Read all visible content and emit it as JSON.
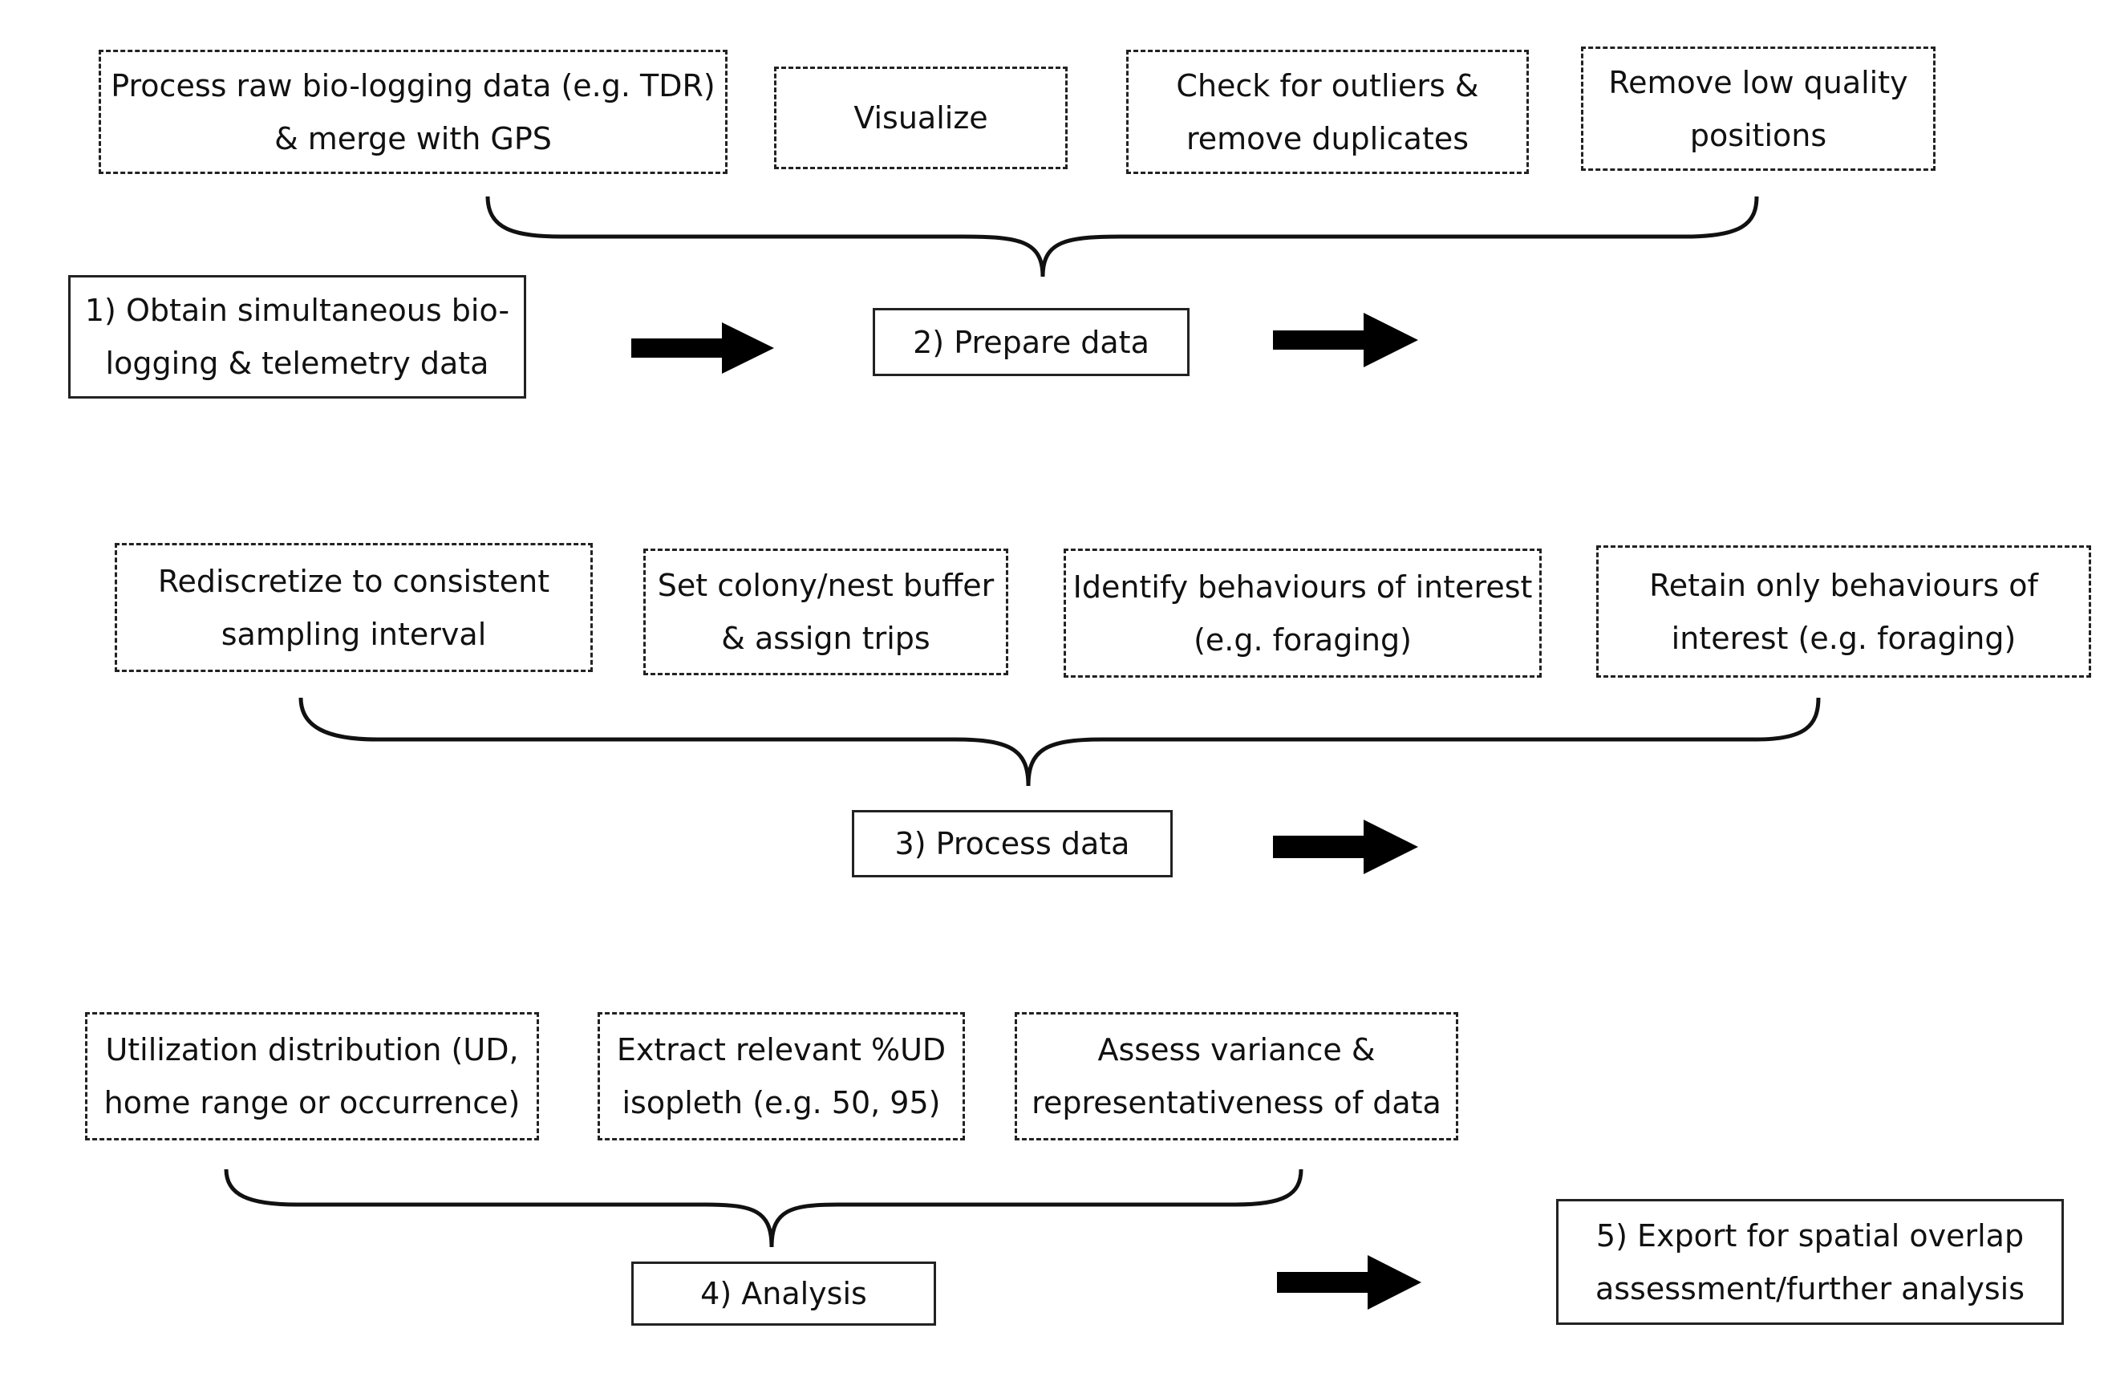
{
  "stage1": {
    "main": "1) Obtain simultaneous bio-logging & telemetry data",
    "main_lines": [
      "1) Obtain simultaneous bio-",
      "logging & telemetry data"
    ]
  },
  "stage2": {
    "main": "2) Prepare data",
    "steps": [
      {
        "lines": [
          "Process raw bio-logging data (e.g. TDR)",
          "& merge with GPS"
        ]
      },
      {
        "lines": [
          "Visualize"
        ]
      },
      {
        "lines": [
          "Check for outliers &",
          "remove duplicates"
        ]
      },
      {
        "lines": [
          "Remove low quality",
          "positions"
        ]
      }
    ]
  },
  "stage3": {
    "main": "3) Process data",
    "steps": [
      {
        "lines": [
          "Rediscretize to consistent",
          "sampling interval"
        ]
      },
      {
        "lines": [
          "Set colony/nest buffer",
          "& assign trips"
        ]
      },
      {
        "lines": [
          "Identify behaviours of interest",
          "(e.g. foraging)"
        ]
      },
      {
        "lines": [
          "Retain only behaviours of",
          "interest (e.g. foraging)"
        ]
      }
    ]
  },
  "stage4": {
    "main": "4) Analysis",
    "steps": [
      {
        "lines": [
          "Utilization distribution (UD,",
          "home range or occurrence)"
        ]
      },
      {
        "lines": [
          "Extract relevant %UD",
          "isopleth (e.g. 50, 95)"
        ]
      },
      {
        "lines": [
          "Assess variance &",
          "representativeness of data"
        ]
      }
    ]
  },
  "stage5": {
    "main_lines": [
      "5) Export for spatial overlap",
      "assessment/further analysis"
    ]
  },
  "colors": {
    "stroke": "#222222",
    "arrow": "#000000",
    "background": "#ffffff"
  }
}
